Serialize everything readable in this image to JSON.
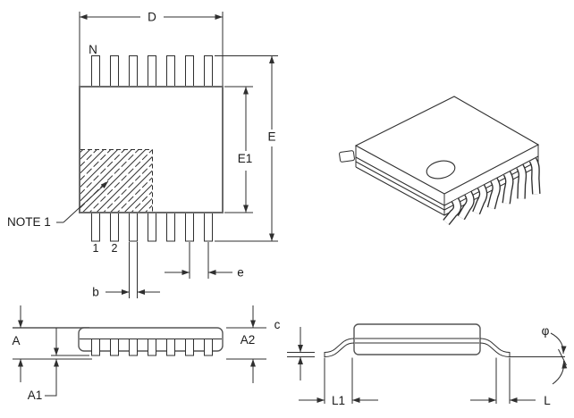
{
  "drawing": {
    "views": {
      "top": {
        "dim_d": "D",
        "pin_count_label": "N",
        "dim_e_overall": "E",
        "dim_e1_body": "E1",
        "note_label": "NOTE 1",
        "pin1": "1",
        "pin2": "2",
        "dim_b": "b",
        "dim_pitch": "e"
      },
      "front": {
        "dim_a": "A",
        "dim_a1": "A1",
        "dim_a2": "A2"
      },
      "side": {
        "dim_c": "c",
        "dim_l1": "L1",
        "dim_l": "L",
        "dim_phi": "φ"
      }
    },
    "colors": {
      "line": "#2f2f2f",
      "body_outline": "#6b6b6b",
      "text": "#1a1a1a",
      "background": "#ffffff"
    }
  }
}
